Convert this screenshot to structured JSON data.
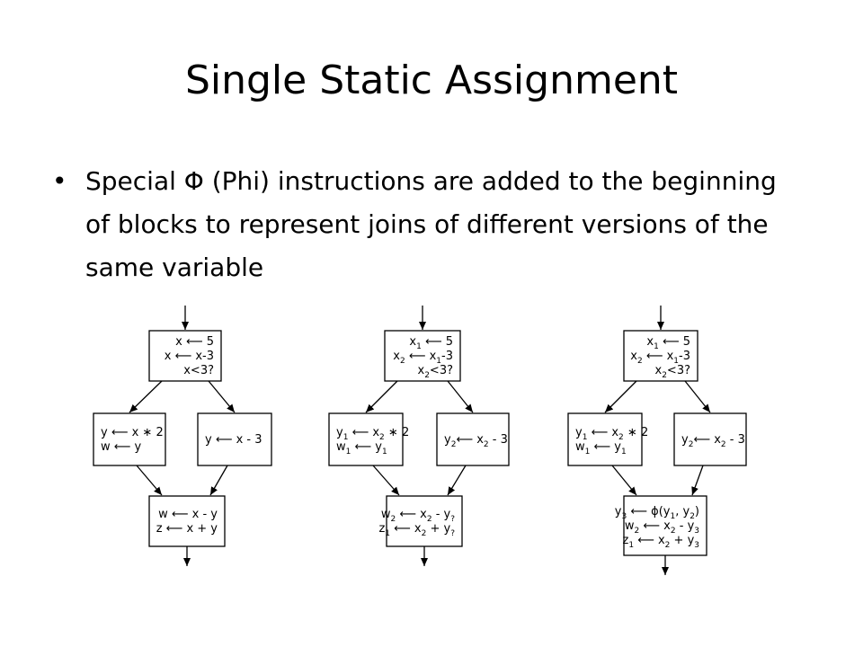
{
  "slide": {
    "title": "Single Static Assignment",
    "bullet": "Special Φ (Phi) instructions are added to the beginning of blocks to represent joins of different versions of the same variable"
  },
  "diagrams": [
    {
      "entry": {
        "lines": [
          [
            {
              "t": "x ⟵ 5"
            }
          ],
          [
            {
              "t": "x ⟵ x-3"
            }
          ],
          [
            {
              "t": "x<3?"
            }
          ]
        ]
      },
      "left": {
        "lines": [
          [
            {
              "t": "y ⟵ x ∗ 2"
            }
          ],
          [
            {
              "t": "w ⟵ y"
            }
          ]
        ]
      },
      "right": {
        "lines": [
          [
            {
              "t": "y ⟵ x - 3"
            }
          ]
        ]
      },
      "join": {
        "lines": [
          [
            {
              "t": "w ⟵ x - y"
            }
          ],
          [
            {
              "t": "z ⟵ x + y"
            }
          ]
        ]
      }
    },
    {
      "entry": {
        "lines": [
          [
            {
              "t": "x"
            },
            {
              "s": "1"
            },
            {
              "t": " ⟵ 5"
            }
          ],
          [
            {
              "t": "x"
            },
            {
              "s": "2"
            },
            {
              "t": " ⟵ x"
            },
            {
              "s": "1"
            },
            {
              "t": "-3"
            }
          ],
          [
            {
              "t": "x"
            },
            {
              "s": "2"
            },
            {
              "t": "<3?"
            }
          ]
        ]
      },
      "left": {
        "lines": [
          [
            {
              "t": "y"
            },
            {
              "s": "1"
            },
            {
              "t": " ⟵ x"
            },
            {
              "s": "2"
            },
            {
              "t": " ∗ 2"
            }
          ],
          [
            {
              "t": "w"
            },
            {
              "s": "1"
            },
            {
              "t": " ⟵ y"
            },
            {
              "s": "1"
            }
          ]
        ]
      },
      "right": {
        "lines": [
          [
            {
              "t": "y"
            },
            {
              "s": "2"
            },
            {
              "t": "⟵ x"
            },
            {
              "s": "2"
            },
            {
              "t": " - 3"
            }
          ]
        ]
      },
      "join": {
        "lines": [
          [
            {
              "t": "w"
            },
            {
              "s": "2"
            },
            {
              "t": " ⟵ x"
            },
            {
              "s": "2"
            },
            {
              "t": " - y"
            },
            {
              "s": "?"
            }
          ],
          [
            {
              "t": "z"
            },
            {
              "s": "1"
            },
            {
              "t": " ⟵ x"
            },
            {
              "s": "2"
            },
            {
              "t": " + y"
            },
            {
              "s": "?"
            }
          ]
        ]
      }
    },
    {
      "entry": {
        "lines": [
          [
            {
              "t": "x"
            },
            {
              "s": "1"
            },
            {
              "t": " ⟵ 5"
            }
          ],
          [
            {
              "t": "x"
            },
            {
              "s": "2"
            },
            {
              "t": " ⟵ x"
            },
            {
              "s": "1"
            },
            {
              "t": "-3"
            }
          ],
          [
            {
              "t": "x"
            },
            {
              "s": "2"
            },
            {
              "t": "<3?"
            }
          ]
        ]
      },
      "left": {
        "lines": [
          [
            {
              "t": "y"
            },
            {
              "s": "1"
            },
            {
              "t": " ⟵ x"
            },
            {
              "s": "2"
            },
            {
              "t": " ∗ 2"
            }
          ],
          [
            {
              "t": "w"
            },
            {
              "s": "1"
            },
            {
              "t": " ⟵ y"
            },
            {
              "s": "1"
            }
          ]
        ]
      },
      "right": {
        "lines": [
          [
            {
              "t": "y"
            },
            {
              "s": "2"
            },
            {
              "t": "⟵ x"
            },
            {
              "s": "2"
            },
            {
              "t": " - 3"
            }
          ]
        ]
      },
      "join": {
        "lines": [
          [
            {
              "t": "y"
            },
            {
              "s": "3"
            },
            {
              "t": " ⟵ ϕ(y"
            },
            {
              "s": "1"
            },
            {
              "t": ", y"
            },
            {
              "s": "2"
            },
            {
              "t": ")"
            }
          ],
          [
            {
              "t": "w"
            },
            {
              "s": "2"
            },
            {
              "t": " ⟵ x"
            },
            {
              "s": "2"
            },
            {
              "t": " - y"
            },
            {
              "s": "3"
            }
          ],
          [
            {
              "t": "z"
            },
            {
              "s": "1"
            },
            {
              "t": " ⟵ x"
            },
            {
              "s": "2"
            },
            {
              "t": " + y"
            },
            {
              "s": "3"
            }
          ]
        ]
      }
    }
  ]
}
